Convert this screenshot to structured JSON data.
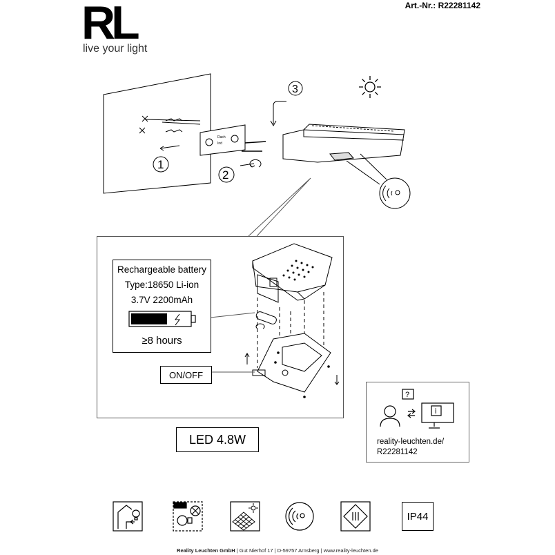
{
  "header": {
    "logo_text": "RL",
    "tagline": "live your light",
    "article_number": "Art.-Nr.: R22281142"
  },
  "mounting": {
    "steps": [
      "1",
      "2",
      "3"
    ]
  },
  "battery": {
    "title": "Rechargeable battery",
    "type": "Type:18650 Li-ion",
    "spec": "3.7V 2200mAh",
    "runtime": "≥8 hours"
  },
  "switch_label": "ON/OFF",
  "led_label": "LED 4.8W",
  "info": {
    "url_line1": "reality-leuchten.de/",
    "url_line2": "R22281142"
  },
  "icons": [
    "outdoor-mount-icon",
    "no-bulb-replacement-icon",
    "solar-panel-icon",
    "motion-sensor-icon",
    "protection-class-iii-icon"
  ],
  "ip_rating": "IP44",
  "footer": {
    "company": "Reality Leuchten GmbH",
    "address1": "Gut Nierhof 17",
    "address2": "D-59757 Arnsberg",
    "website": "www.reality-leuchten.de",
    "separator": "|"
  }
}
